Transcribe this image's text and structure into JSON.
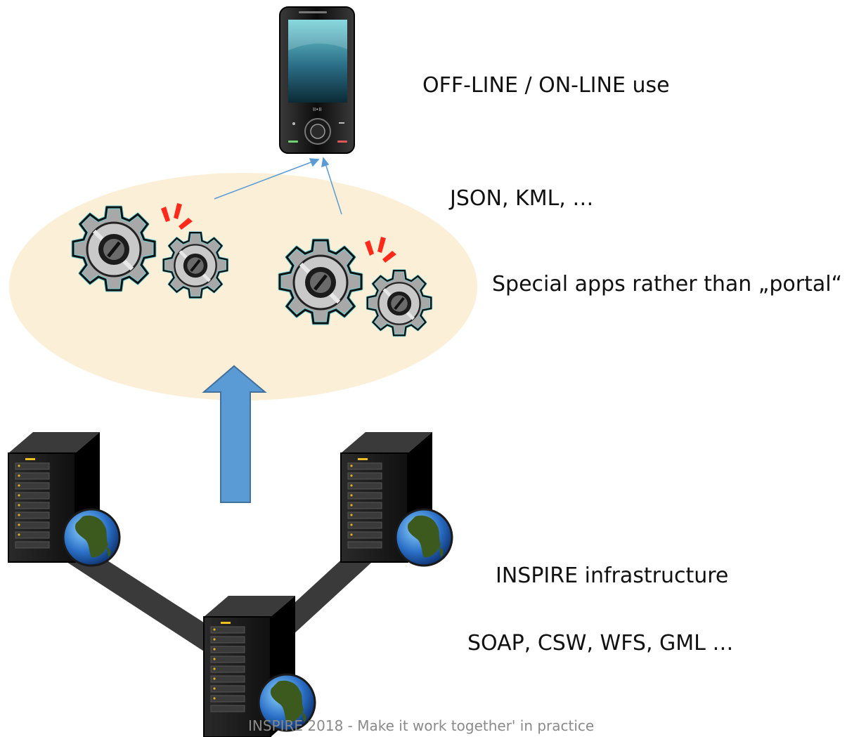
{
  "labels": {
    "offline_online": "OFF-LINE / ON-LINE use",
    "formats": "JSON, KML, …",
    "apps": "Special apps rather than „portal“",
    "infrastructure": "INSPIRE infrastructure",
    "protocols": "SOAP, CSW, WFS, GML …"
  },
  "footer": "INSPIRE 2018 - Make it work together' in practice",
  "colors": {
    "cloud": "#fbefd8",
    "upload_arrow": "#5b9bd5",
    "thin_arrow": "#5b9bd5",
    "link": "#3a3a3a",
    "server": "#1c1c1c",
    "gear": "#a0a0a0",
    "gear_outline": "#6fd3d9",
    "spark": "#ff2a1a"
  },
  "icons": [
    "mobile-phone-icon",
    "gear-pair-icon",
    "server-globe-icon",
    "up-arrow-icon"
  ]
}
